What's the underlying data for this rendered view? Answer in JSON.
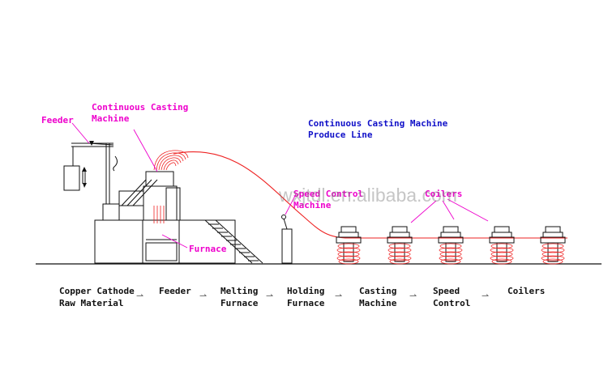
{
  "labels": {
    "feeder": "Feeder",
    "casting_machine_line1": "Continuous Casting",
    "casting_machine_line2": "Machine",
    "furnace": "Furnace",
    "speed_control_line1": "Speed Control",
    "speed_control_line2": "Machine",
    "coilers": "Coilers",
    "line_title_1": "Continuous Casting Machine",
    "line_title_2": "Produce Line"
  },
  "watermark": "wxjtdl.en.alibaba.com",
  "process_flow": [
    {
      "line1": "Copper Cathode",
      "line2": "Raw Material"
    },
    {
      "line1": "Feeder",
      "line2": ""
    },
    {
      "line1": "Melting",
      "line2": "Furnace"
    },
    {
      "line1": "Holding",
      "line2": "Furnace"
    },
    {
      "line1": "Casting",
      "line2": "Machine"
    },
    {
      "line1": "Speed",
      "line2": "Control"
    },
    {
      "line1": "Coilers",
      "line2": ""
    }
  ],
  "colors": {
    "annotation": "#ee00cc",
    "title": "#1010c8",
    "wire": "#ee2222",
    "outline": "#111111"
  }
}
